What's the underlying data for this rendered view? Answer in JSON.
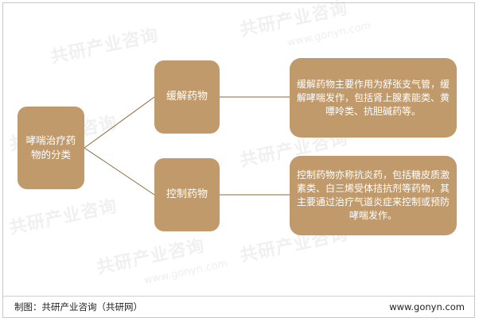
{
  "diagram": {
    "root": {
      "label": "哮喘治疗药物的分类"
    },
    "branches": [
      {
        "label": "缓解药物",
        "description": "缓解药物主要作用为舒张支气管，缓解哮喘发作，包括肾上腺素能类、黄嘌呤类、抗胆碱药等。"
      },
      {
        "label": "控制药物",
        "description": "控制药物亦称抗炎药，包括糖皮质激素类、白三烯受体拮抗剂等药物，其主要通过治疗气道炎症来控制或预防哮喘发作。"
      }
    ]
  },
  "footer": {
    "source": "制图：共研产业咨询（共研网）",
    "website": "www.gonyn.com"
  },
  "watermark": {
    "text": "共研产业咨询",
    "url": "www.gonyn.com"
  },
  "colors": {
    "node_fill": "#c19a6b",
    "connector": "#8a6a3c",
    "node_text": "#ffffff"
  }
}
